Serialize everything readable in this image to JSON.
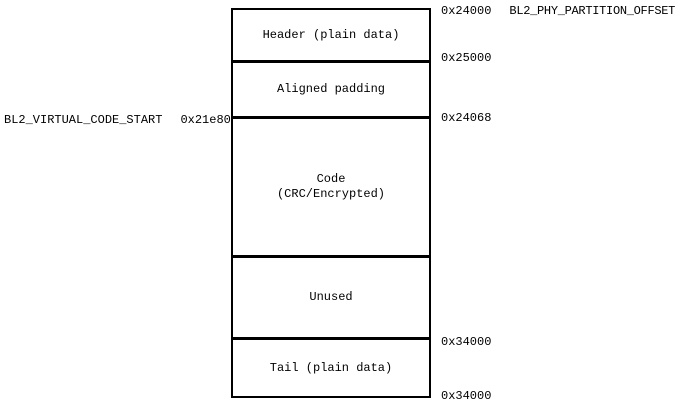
{
  "diagram": {
    "virtual_code_start": {
      "label": "BL2_VIRTUAL_CODE_START",
      "address": "0x21e80"
    },
    "phy_partition_offset": {
      "address": "0x24000",
      "label": "BL2_PHY_PARTITION_OFFSET"
    },
    "sections": [
      {
        "label": "Header (plain data)"
      },
      {
        "label": "Aligned padding"
      },
      {
        "label": "Code",
        "sublabel": "(CRC/Encrypted)"
      },
      {
        "label": "Unused"
      },
      {
        "label": "Tail (plain data)"
      }
    ],
    "boundaries": {
      "after_header": "0x25000",
      "after_padding": "0x24068",
      "after_unused": "0x34000",
      "bottom": "0x34000"
    },
    "colors": {
      "border": "#000000",
      "text": "#000000",
      "background": "#ffffff"
    }
  }
}
